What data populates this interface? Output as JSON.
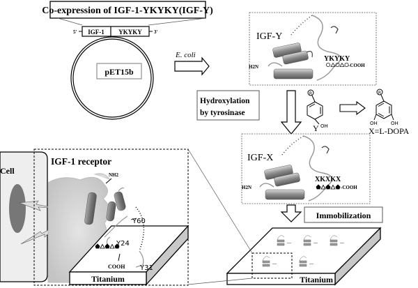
{
  "title_box": {
    "text": "Co-expression of IGF-1-YKYKY(IGF-Y)"
  },
  "plasmid": {
    "name": "pET15b",
    "five_prime": "5'",
    "three_prime": "3'",
    "segments": [
      "IGF-1",
      "YKYKY"
    ]
  },
  "arrows": {
    "expression_label": "E. coli"
  },
  "igf_y_panel": {
    "protein_label": "IGF-Y",
    "n_terminus": "H2N",
    "tag_sequence": "YKYKY",
    "c_terminus": "-COOH"
  },
  "hydroxylation_box": {
    "line1": "Hydroxylation",
    "line2": "by tyrosinase"
  },
  "chemistry": {
    "substituent": "R",
    "tyrosine_oh": "OH",
    "tyrosine_label": "Y",
    "dopa_oh1": "OH",
    "dopa_oh2": "OH",
    "dopa_label": "X=L-DOPA"
  },
  "igf_x_panel": {
    "protein_label": "IGF-X",
    "n_terminus": "H2N",
    "tag_sequence": "XKXKX",
    "c_terminus": "-COOH"
  },
  "immobilization_box": {
    "text": "Immobilization"
  },
  "surface_right": {
    "label": "Titanium"
  },
  "detail_panel": {
    "receptor_label": "IGF-1 receptor",
    "cell_label": "Cell",
    "nh2": "NH2",
    "residues": [
      "Y60",
      "Y24",
      "Y31"
    ],
    "cooh": "COOH",
    "surface_label": "Titanium"
  }
}
